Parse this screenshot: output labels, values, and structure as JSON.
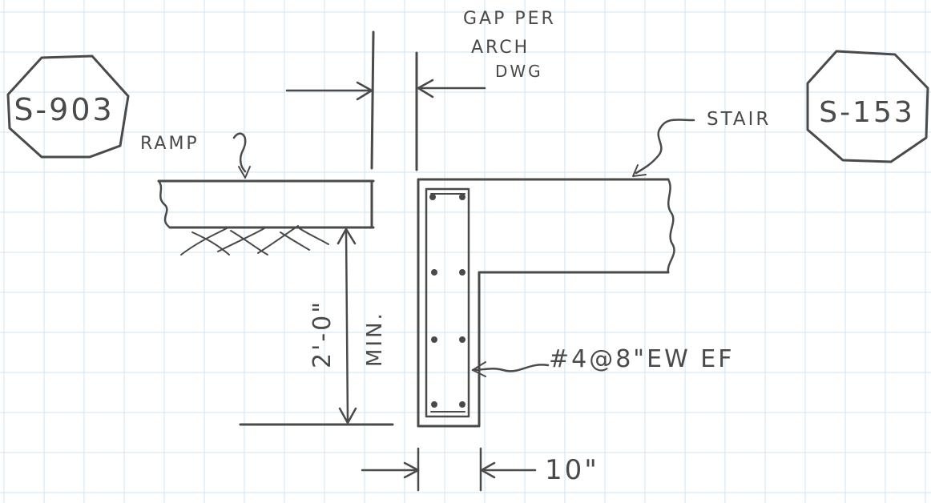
{
  "grid": {
    "color": "#cfe3f1"
  },
  "ink_color": "#4a4a4a",
  "callouts": {
    "left_ref": "S-903",
    "right_ref": "S-153"
  },
  "labels": {
    "gap_line1": "GAP PER",
    "gap_line2": "ARCH",
    "gap_line3": "DWG",
    "ramp": "RAMP",
    "stair": "STAIR",
    "rebar": "#4@8\"EW EF",
    "wall_thickness": "10\"",
    "depth": "2'-0\"",
    "depth_qualifier": "MIN."
  }
}
